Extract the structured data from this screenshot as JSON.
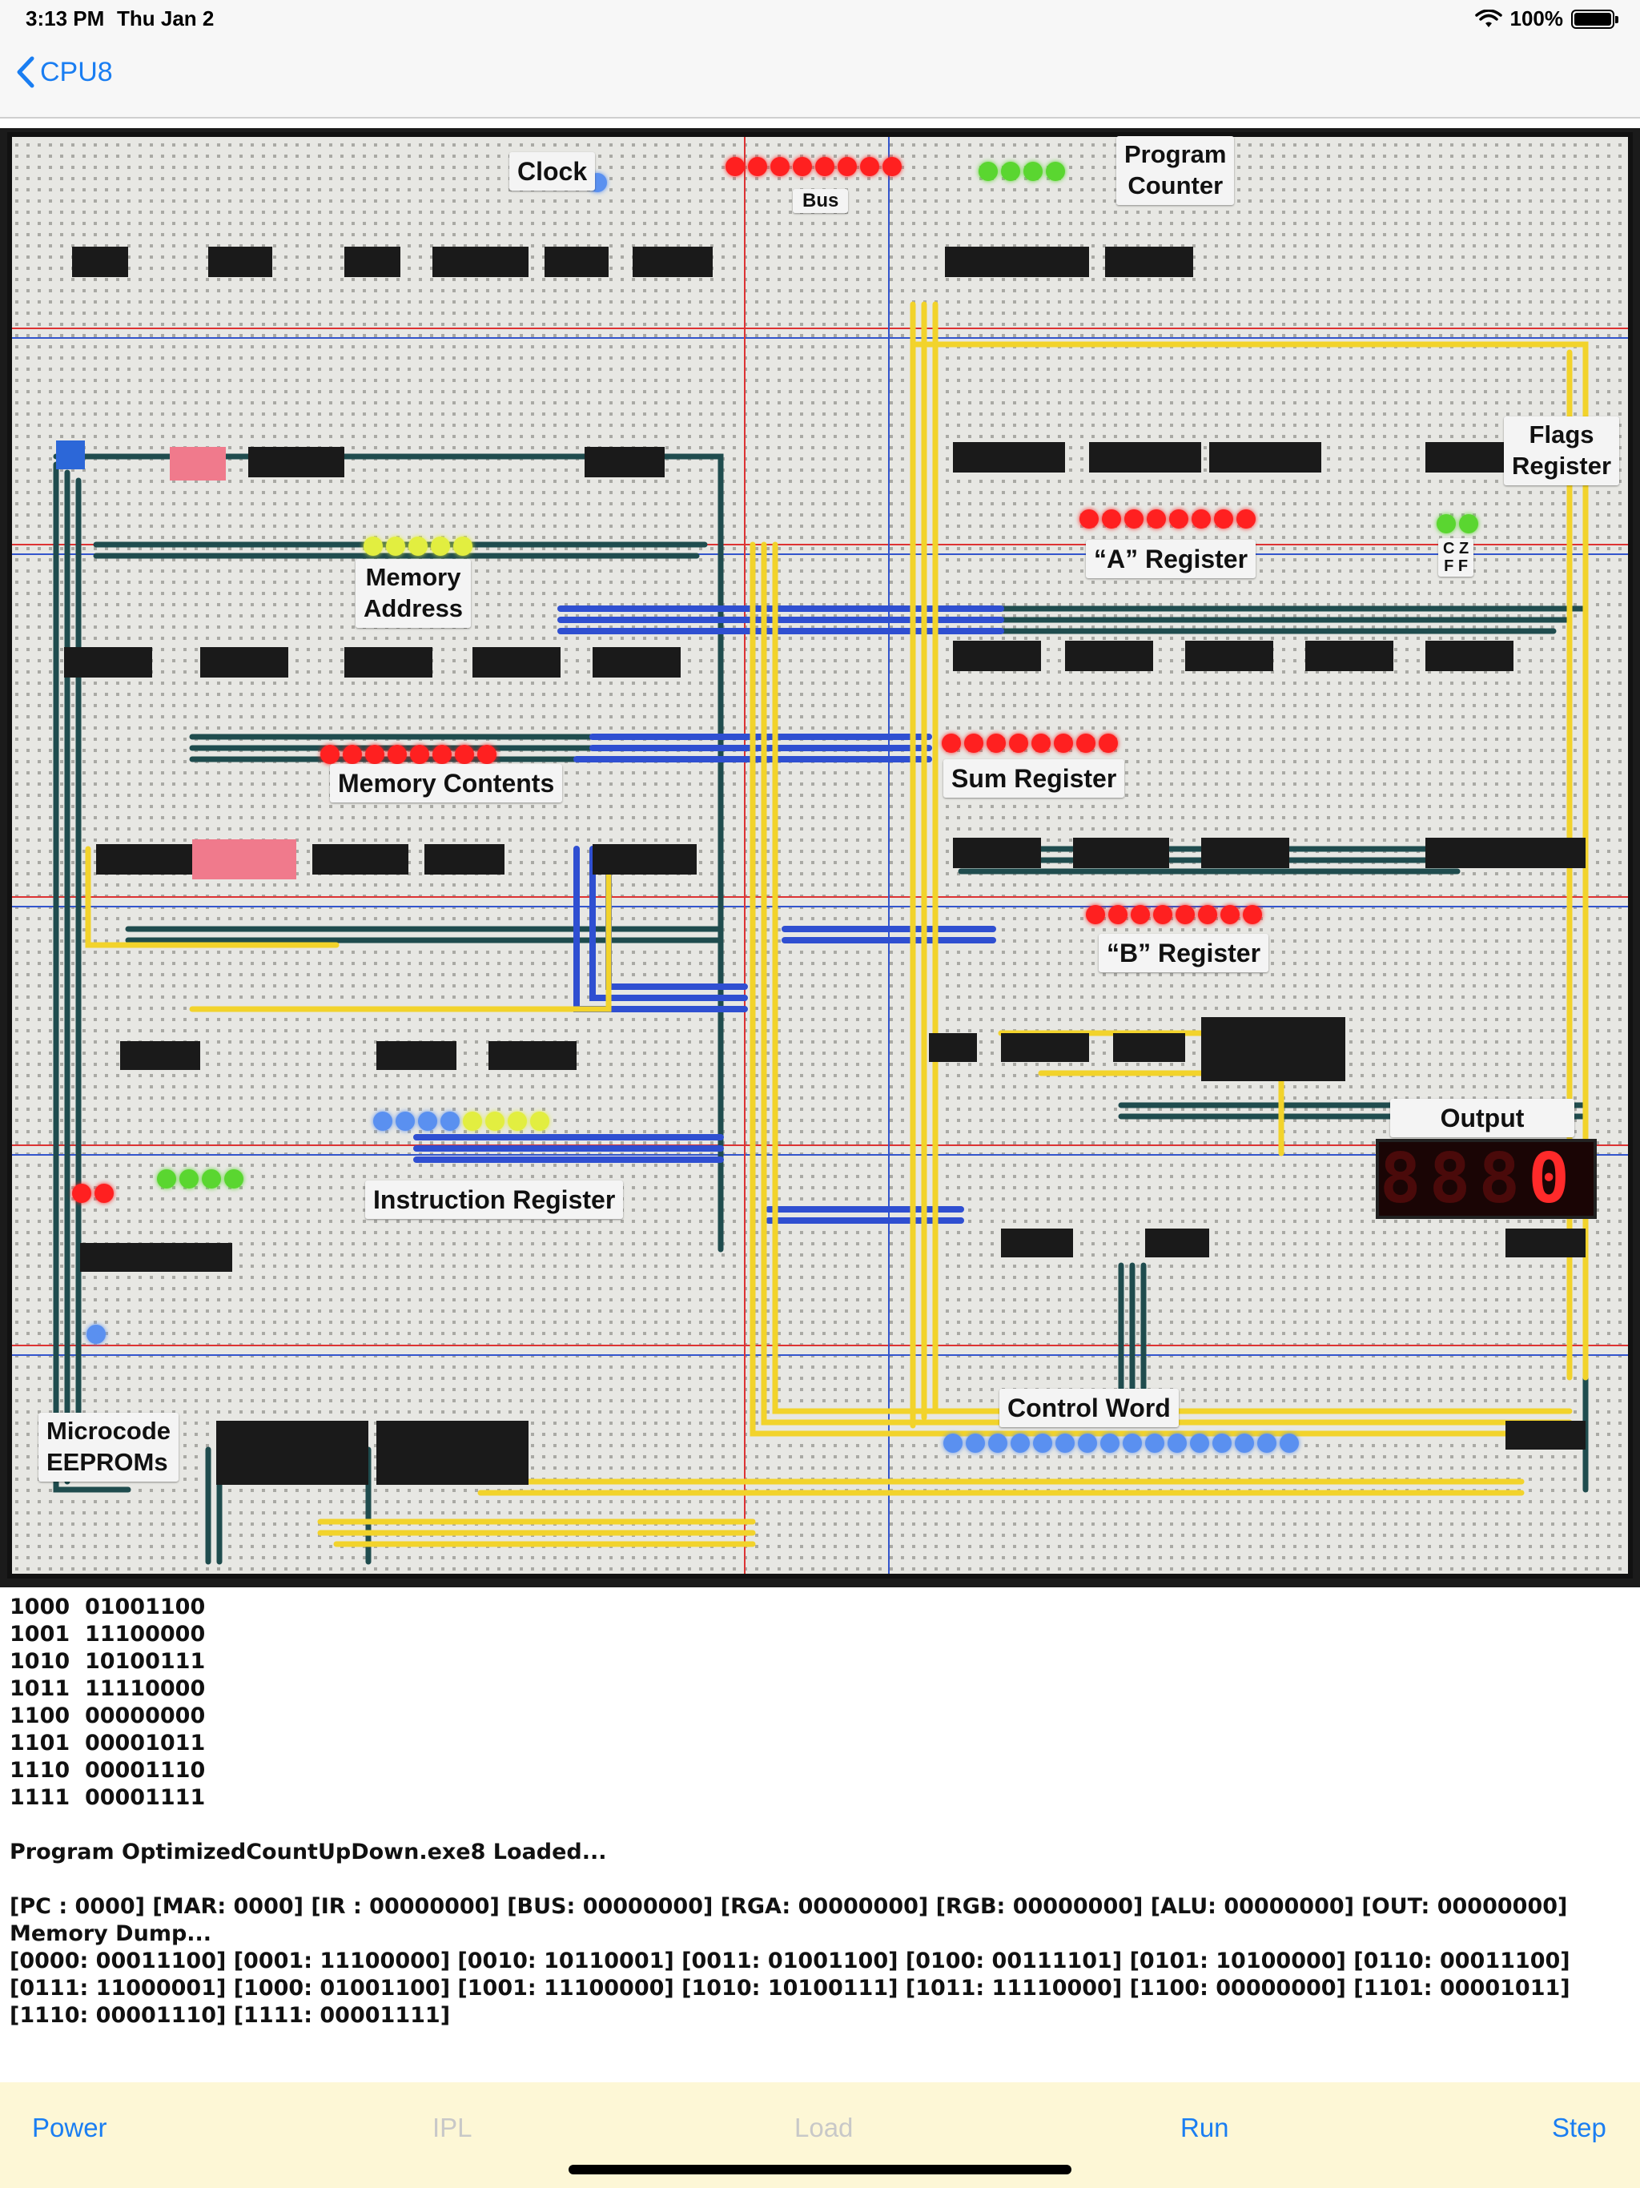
{
  "status_bar": {
    "time": "3:13 PM",
    "date": "Thu Jan 2",
    "battery": "100%",
    "battery_level": 1.0
  },
  "nav": {
    "back_label": "CPU8"
  },
  "board": {
    "labels": {
      "clock": "Clock",
      "bus": "Bus",
      "program_counter": "Program\nCounter",
      "flags_register": "Flags\nRegister",
      "memory_address": "Memory\nAddress",
      "a_register": "“A” Register",
      "memory_contents": "Memory Contents",
      "sum_register": "Sum Register",
      "b_register": "“B” Register",
      "output": "Output",
      "instruction_register": "Instruction Register",
      "control_word": "Control Word",
      "microcode_eeproms": "Microcode\nEEPROMs",
      "flags_cz": "C Z\nF F"
    },
    "output_value": "0",
    "colors": {
      "board_bg": "#1b1b1b",
      "breadboard": "#e9e9e6",
      "wire_blue": "#2f4fd1",
      "wire_yellow": "#f2d32b",
      "wire_green": "#1f4c4e",
      "led_red": "#ff2020",
      "led_green": "#5ad630",
      "led_yellow": "#e2ee40",
      "led_blue": "#5a90f0"
    }
  },
  "console": {
    "memory_rows": [
      "1000  01001100",
      "1001  11100000",
      "1010  10100111",
      "1011  11110000",
      "1100  00000000",
      "1101  00001011",
      "1110  00001110",
      "1111  00001111"
    ],
    "program_loaded": "Program OptimizedCountUpDown.exe8 Loaded...",
    "registers": "[PC : 0000] [MAR: 0000] [IR : 00000000] [BUS: 00000000] [RGA: 00000000] [RGB: 00000000] [ALU: 00000000] [OUT: 00000000]",
    "memory_dump_title": "Memory Dump...",
    "memory_dump": "[0000: 00011100] [0001: 11100000] [0010: 10110001] [0011: 01001100] [0100: 00111101] [0101: 10100000] [0110: 00011100] [0111: 11000001] [1000: 01001100] [1001: 11100000] [1010: 10100111] [1011: 11110000] [1100: 00000000] [1101: 00001011] [1110: 00001110] [1111: 00001111]"
  },
  "toolbar": {
    "power": "Power",
    "ipl": "IPL",
    "load": "Load",
    "run": "Run",
    "step": "Step"
  }
}
